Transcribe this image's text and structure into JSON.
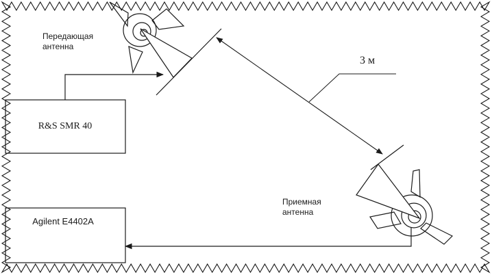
{
  "labels": {
    "tx_antenna": "Передающая\nантенна",
    "rx_antenna": "Приемная\nантенна",
    "distance": "3 м"
  },
  "devices": {
    "generator": "R&S SMR 40",
    "analyzer": "Agilent E4402A"
  },
  "colors": {
    "ink": "#1a1a1a",
    "paper": "#ffffff"
  }
}
